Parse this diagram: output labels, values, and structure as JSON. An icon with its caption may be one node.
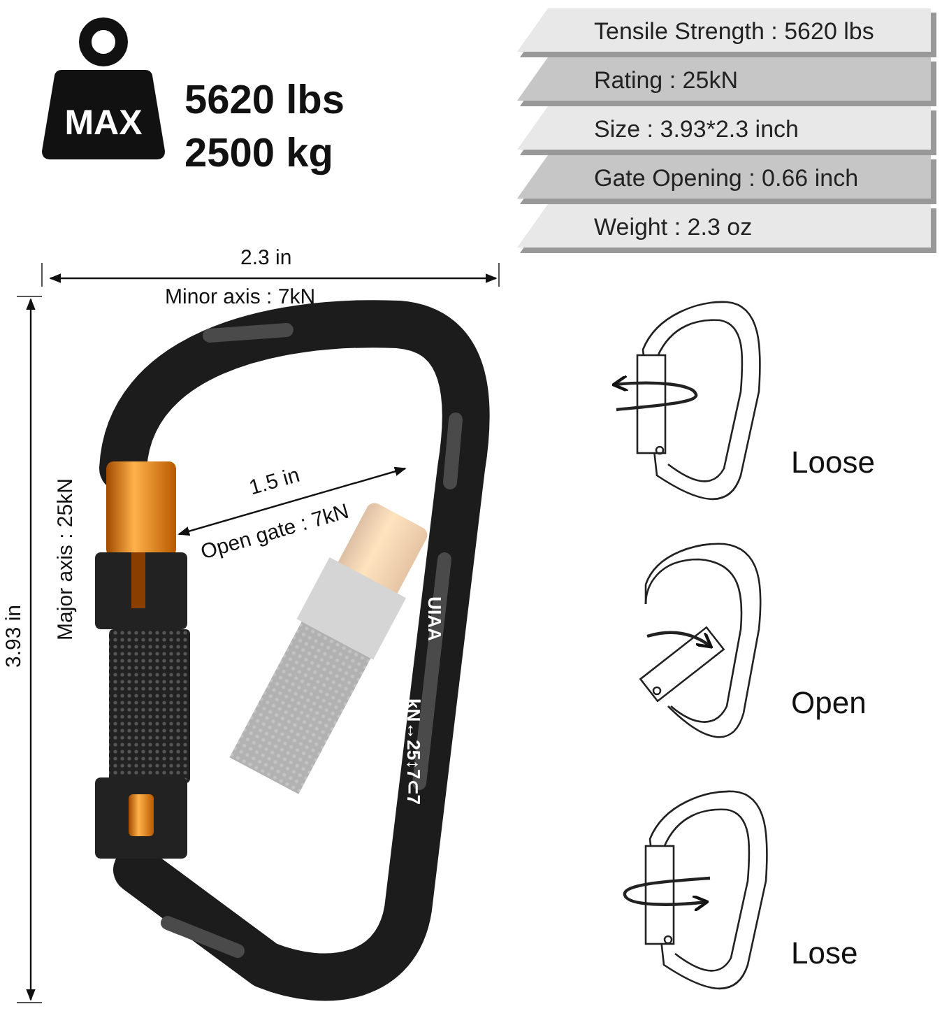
{
  "diagram": {
    "nodes": [
      {
        "text": [
          "MAX"
        ]
      },
      {
        "text": [
          "Tensile Strength : 5620 lbs"
        ]
      },
      {
        "text": [
          "Rating : 25kN"
        ]
      },
      {
        "text": [
          "Size : 3.93*2.3 inch"
        ]
      },
      {
        "text": [
          "Gate Opening : 0.66 inch"
        ]
      },
      {
        "text": [
          "Weight : 2.3 oz"
        ]
      }
    ],
    "edges": [],
    "labels": [
      "5620 lbs",
      "2500 kg",
      "2.3 in",
      "Minor axis : 7kN",
      "3.93 in",
      "Major axis : 25kN",
      "1.5 in",
      "Open gate : 7kN",
      "UIAA",
      "kN↔25↕7⊂7",
      "Loose",
      "Open",
      "Lose"
    ]
  }
}
